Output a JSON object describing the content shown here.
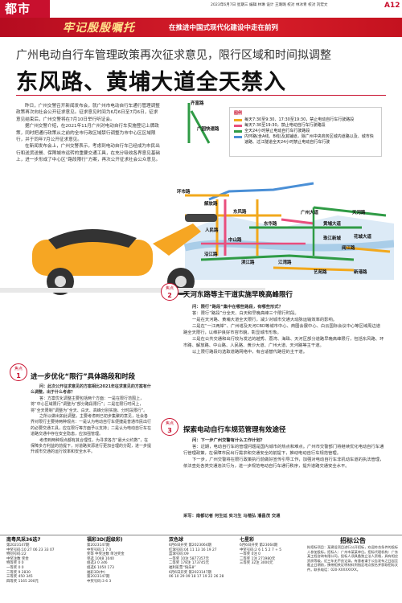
{
  "masthead": {
    "section": "都市",
    "dateline": "2023年6月7日 星期三 编辑 林琳 设计 王璐璐 校对 林冰青 校对 刘宏文",
    "badge": "A12",
    "slogan": "牢记殷殷嘱托",
    "slogan_sub": "在推进中国式现代化建设中走在前列"
  },
  "article": {
    "subhead": "广州电动自行车管理政策再次征求意见，限行区域和时间拟调整",
    "headline": "东风路、黄埔大道全天禁入",
    "lede": [
      "昨日，广州交警召开新闻发布会，就广州市电动自行车通行管理调整政策再次向社会公开征求意见。征求意见时间为6月6日至7月6日，征求意见结束后，广州交警将在7月10日举行听证会。",
      "据广州交警介绍，在2021年11月广州对电动自行车实施登记上牌政策，同时把通行政策从之前的全市行政区域禁行调整为市中心区区域限行，并于同年7月公开征求意见。",
      "在新闻发布会上，广州交警表示，考虑到电动自行车已经成为市民出行和送货送餐、保障城市运转的重要交通工具，在充分吸收各界意见基础上，进一步形成了中心区“路段限行”方案，再次公开征求社会公众意见。"
    ],
    "sections": [
      {
        "badge_top": "焦点",
        "badge_num": "1",
        "title": "进一步优化“限行”具体路段和时段",
        "qa": [
          "问：此次公开征求意见的方案相比2021年征求意见的方案有什么调整，出于什么考虑？",
          "答：方案优化调整主要包括两个方面：一是在限行范围上，将“中心区域限行”调整为“部分路段限行”；二是在限行时间上，将“全天限制”调整为“全天、白天、高峰分别实施、分时段限行”。",
          "之所以做出如此调整，主要考虑到已初步集聚的意见，社会各界对限行主要持两种观点：一是认为电动自行车便捷是普通市民出行的必要交通工具，应在限行等方面予以支持；二是认为电动自行车在道路交通中存在安全隐患，应加强管理。",
          "考虑到两种观点都有其合理性，为寻求各方“最大公约数”，在保障多方利益的前提下，对道路资源进行更加合理的分配，进一步提升城市交通的运行效率和安全水平。"
        ]
      },
      {
        "badge_top": "焦点",
        "badge_num": "2",
        "title": "天河东路等主干道实施早晚高峰限行",
        "qa": [
          "问：限行“路段”集中在哪些路段，有哪些形式？",
          "答：限行“路段”分全天、白天和早晚高峰三个限行时段。",
          "一是在天河路、黄埔大道全天限行，减少对城市交通大动脉运输效率的影响。",
          "二是在“一江两岸”、广州塔及天河CBD等城市中心、商圈会展中心、白云国际会议中心等区域周边道路全天限行，以维护良好市容市貌，彰显城市形象。",
          "三是在公共交通和出行较为发达的越秀、荔湾、海珠、天河区部分道路早晚高峰限行，包括东风路、环市路、解放路、中山路、人民路、黄沙大道、广州大道、天河路等主干道。",
          "以上限行路段均选取道路网络中，有合适替代路径的主干道。"
        ]
      },
      {
        "badge_top": "焦点",
        "badge_num": "3",
        "title": "探索电动自行车规范管理有效途径",
        "qa": [
          "问：下一步广州交警有什么工作计划？",
          "答：近期，电动自行车的管理问题是国内城市的热点和难点。广州市交警部门将继续优化电动自行车通行管理政策，在保障市民出行需求和交通安全的前提下，推动电动自行车规范管理。",
          "下一步，广州交警将在限行政策执行前做好宣传引导工作，加强对电动自行车非机动车道的执法管理，依法查处各类交通违法行为，进一步规范电动自行车通行秩序，提升道路交通安全水平。"
        ]
      }
    ],
    "byline": "采写：南都记者 何生廷 实习生 马楷弘 潘昌茂 交通"
  },
  "map": {
    "legend_title": "图例",
    "legend": [
      {
        "color": "#f2a81c",
        "text": "每天7:30至9:30、17:30至19:30，禁止电动自行车行驶路段"
      },
      {
        "color": "#e94e7d",
        "text": "每天7:30至19:30，禁止电动自行车行驶路段"
      },
      {
        "color": "#2f9b45",
        "text": "全天24小时禁止电动自行车行驶路段"
      },
      {
        "color": "#4a8fd6",
        "text": "内环路(含A线、B线)及其辅道，除广州中央商务区城内道路以及、城市快速路、过江隧道全天24小时禁止电动自行车行驶"
      }
    ],
    "road_labels": [
      "齐富路",
      "广园快速路",
      "环市路",
      "解放路",
      "东风路",
      "中山路",
      "广州大道",
      "天河路",
      "黄埔大道",
      "沿江路",
      "花城大道",
      "阅江路",
      "滨江路",
      "新港路",
      "艺苑路",
      "江湾路",
      "人民路",
      "东华路",
      "珠江新城"
    ]
  },
  "lottery": {
    "cols": [
      {
        "title": "南粤风采36选7",
        "lines": [
          "第2023147期",
          "中奖号码:10 27 06 23 33 07",
          "特别号码:22",
          "中奖注数 奖金",
          "特等奖 0 0",
          "一等奖 0 0",
          "二等奖 9 2830",
          "三等奖 450 345",
          "四等奖 1165 200元"
        ]
      },
      {
        "title": "福彩3D(超级彩)",
        "lines": [
          "第2023147期",
          "中奖号码:1 7 0",
          "奖等 中奖注数 单注奖金",
          "单选 1048 1040",
          "组选3 0 346",
          "组选6 1050 173",
          "福彩3D(中)",
          "第2023147期",
          "中奖号码:3 6 3"
        ]
      },
      {
        "title": "双色球",
        "lines": [
          "6月6日开奖 第2023064期",
          "红球号码:04 11 13 16 19 27",
          "蓝球号码:09",
          "一等奖 10注 5877357元",
          "二等奖 178注 173745元",
          "福利彩票“快乐8”",
          "6月6日开奖 第2023147期",
          "06 10 29 09 18 17 19 22 26 28"
        ]
      },
      {
        "title": "七星彩",
        "lines": [
          "6月6日开奖 第23064期",
          "中奖号码:2 6 1 5 2 7 + 5",
          "一等奖 0注 0",
          "二等奖 1注 271980元",
          "三等奖 32注 3000元"
        ]
      }
    ],
    "notice_title": "招标公告",
    "notice_text": "拟招标项目：某建设项目进行公开招标，欢迎符合条件的投标人参加投标。招标人：广州市某某单位。招标代理机构：广东某工程咨询有限公司。投标人须具备独立法人资格，具有相应资质等级，近三年无不良记录。有意者请于公告发布之日起至截止日期前，携带相关证明材料到指定地点报名并获取招标文件。联系电话：020-XXXXXXXX。"
  }
}
